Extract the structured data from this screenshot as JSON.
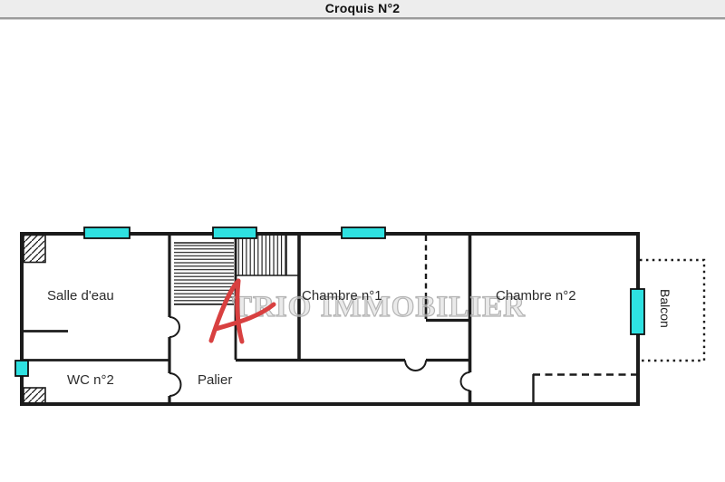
{
  "header": {
    "title": "Croquis N°2"
  },
  "plan": {
    "rooms": {
      "salle_deau": "Salle d'eau",
      "wc": "WC n°2",
      "palier": "Palier",
      "chambre1": "Chambre n°1",
      "chambre2": "Chambre n°2",
      "balcon": "Balcon"
    }
  },
  "watermark": {
    "initial": "A",
    "text": "TRIO IMMOBILIER"
  },
  "colors": {
    "header_bg": "#ededed",
    "wall": "#1b1b1b",
    "window_accent": "#2ee1e1",
    "watermark_red": "#d84040",
    "watermark_gray": "#a8a8a8"
  }
}
